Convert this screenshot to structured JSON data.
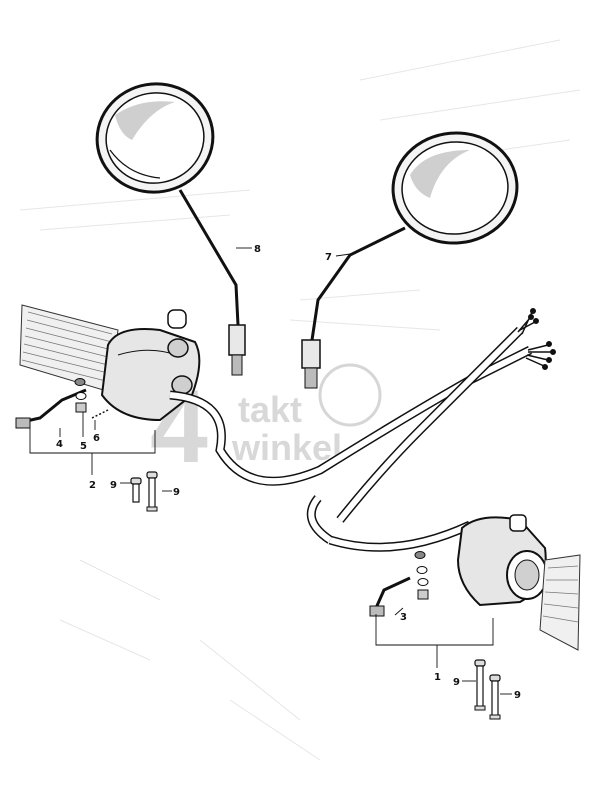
{
  "watermark": {
    "numeral": "4",
    "line1": "takt",
    "line2": "winkel"
  },
  "callouts": [
    "1",
    "2",
    "3",
    "4",
    "5",
    "6",
    "7",
    "8",
    "9",
    "9",
    "9",
    "9"
  ]
}
